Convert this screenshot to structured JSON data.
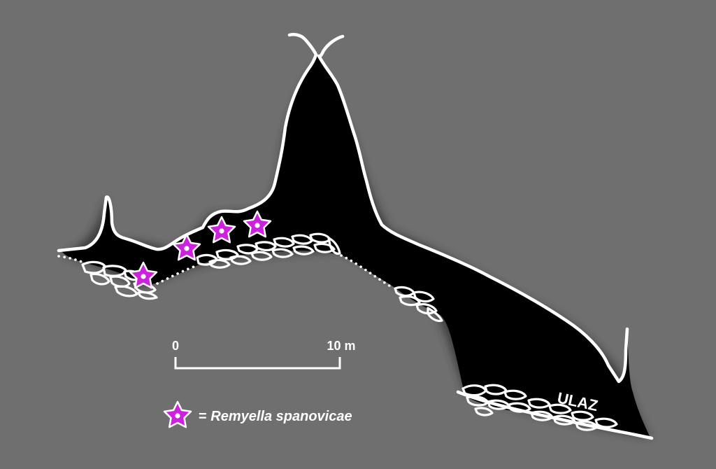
{
  "map": {
    "background_color": "#6f6f6f",
    "cave_fill_color": "#000000",
    "outline_color": "#ffffff",
    "marker_color": "#cc22dd"
  },
  "scale_bar": {
    "start_label": "0",
    "end_label": "10 m"
  },
  "entrance": {
    "label": "ULAZ"
  },
  "legend": {
    "icon": "star-icon",
    "prefix": "= ",
    "species": "Remyella spanovicae"
  }
}
